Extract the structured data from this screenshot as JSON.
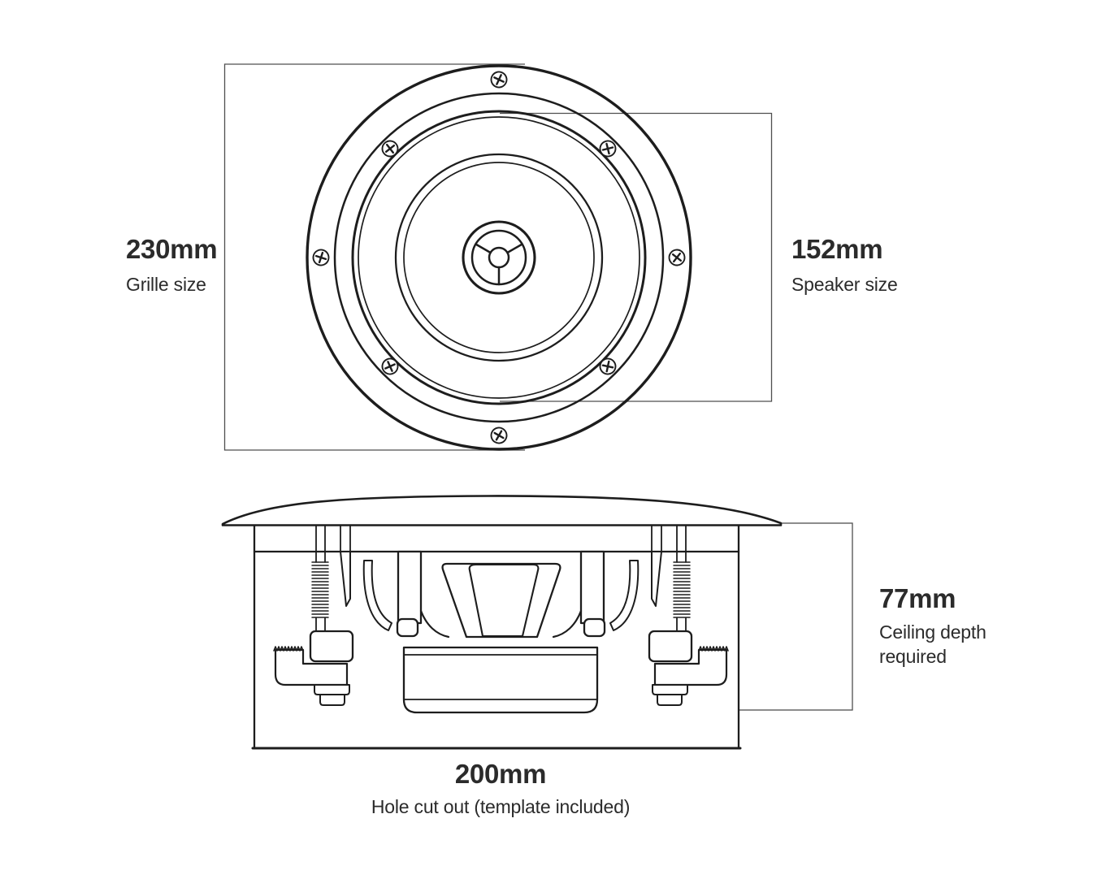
{
  "colors": {
    "background": "#ffffff",
    "ink": "#1d1d1d",
    "measure_line": "#4f4f4f",
    "text": "#2b2b2b"
  },
  "measurements": {
    "grille": {
      "value": "230mm",
      "caption": "Grille size"
    },
    "speaker": {
      "value": "152mm",
      "caption": "Speaker size"
    },
    "ceiling_depth": {
      "value": "77mm",
      "caption": "Ceiling depth required"
    },
    "hole_cutout": {
      "value": "200mm",
      "caption": "Hole cut out (template included)"
    }
  }
}
